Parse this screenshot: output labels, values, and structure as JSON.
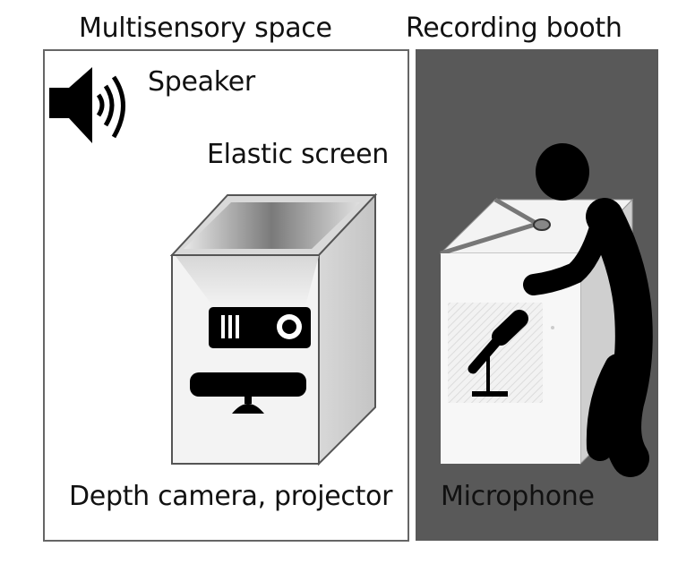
{
  "panels": {
    "left": {
      "title": "Multisensory space"
    },
    "right": {
      "title": "Recording booth"
    }
  },
  "labels": {
    "speaker": "Speaker",
    "elastic_screen": "Elastic screen",
    "depth_camera_projector": "Depth camera, projector",
    "microphone": "Microphone"
  },
  "colors": {
    "panel_border": "#666666",
    "booth_background": "#595959",
    "icon_black": "#000000"
  },
  "icons": [
    "speaker-icon",
    "projector-icon",
    "depth-camera-icon",
    "microphone-icon",
    "person-icon"
  ]
}
